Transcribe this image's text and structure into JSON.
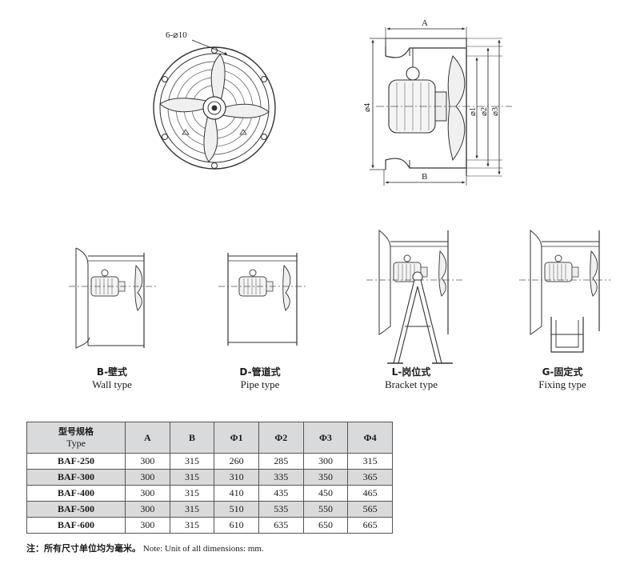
{
  "front_view": {
    "hole_label": "6-⌀10"
  },
  "side_view": {
    "dim_a": "A",
    "dim_b": "B",
    "dim_phi1": "⌀1",
    "dim_phi2": "⌀2",
    "dim_phi3": "⌀3",
    "dim_phi4": "⌀4"
  },
  "mount_types": [
    {
      "zh": "B-壁式",
      "en": "Wall type"
    },
    {
      "zh": "D-管道式",
      "en": "Pipe type"
    },
    {
      "zh": "L-岗位式",
      "en": "Bracket type"
    },
    {
      "zh": "G-固定式",
      "en": "Fixing type"
    }
  ],
  "table": {
    "header": {
      "type_zh": "型号规格",
      "type_en": "Type",
      "cols": [
        "A",
        "B",
        "Φ1",
        "Φ2",
        "Φ3",
        "Φ4"
      ]
    },
    "rows": [
      [
        "BAF-250",
        "300",
        "315",
        "260",
        "285",
        "300",
        "315"
      ],
      [
        "BAF-300",
        "300",
        "315",
        "310",
        "335",
        "350",
        "365"
      ],
      [
        "BAF-400",
        "300",
        "315",
        "410",
        "435",
        "450",
        "465"
      ],
      [
        "BAF-500",
        "300",
        "315",
        "510",
        "535",
        "550",
        "565"
      ],
      [
        "BAF-600",
        "300",
        "315",
        "610",
        "635",
        "650",
        "665"
      ]
    ]
  },
  "note": {
    "zh": "注：所有尺寸单位均为毫米。",
    "en": "Note: Unit of all dimensions: mm."
  }
}
